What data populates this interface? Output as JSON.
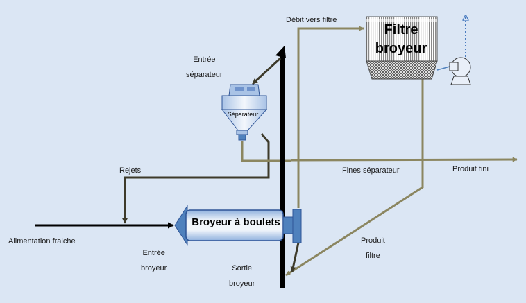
{
  "labels": {
    "debit_vers_filtre": "Débit vers filtre",
    "filtre_line1": "Filtre",
    "filtre_line2": "broyeur",
    "entree_separateur_1": "Entrée",
    "entree_separateur_2": "séparateur",
    "separateur": "Séparateur",
    "rejets": "Rejets",
    "fines_separateur": "Fines séparateur",
    "produit_fini": "Produit fini",
    "broyeur_a_boulets": "Broyeur à boulets",
    "alimentation_fraiche": "Alimentation fraiche",
    "entree_broyeur_1": "Entrée",
    "entree_broyeur_2": "broyeur",
    "sortie_broyeur_1": "Sortie",
    "sortie_broyeur_2": "broyeur",
    "produit_filtre_1": "Produit",
    "produit_filtre_2": "filtre"
  },
  "colors": {
    "background": "#dbe6f4",
    "flow_olive": "#8b8660",
    "flow_dark": "#3d3a2a",
    "feed_black": "#000000",
    "equipment_blue": "#4f81bd",
    "exhaust_blue": "#4a7cc0"
  },
  "icons": {
    "fan": "centrifugal-fan-icon",
    "separator": "cyclone-separator-icon",
    "mill": "ball-mill-icon"
  }
}
